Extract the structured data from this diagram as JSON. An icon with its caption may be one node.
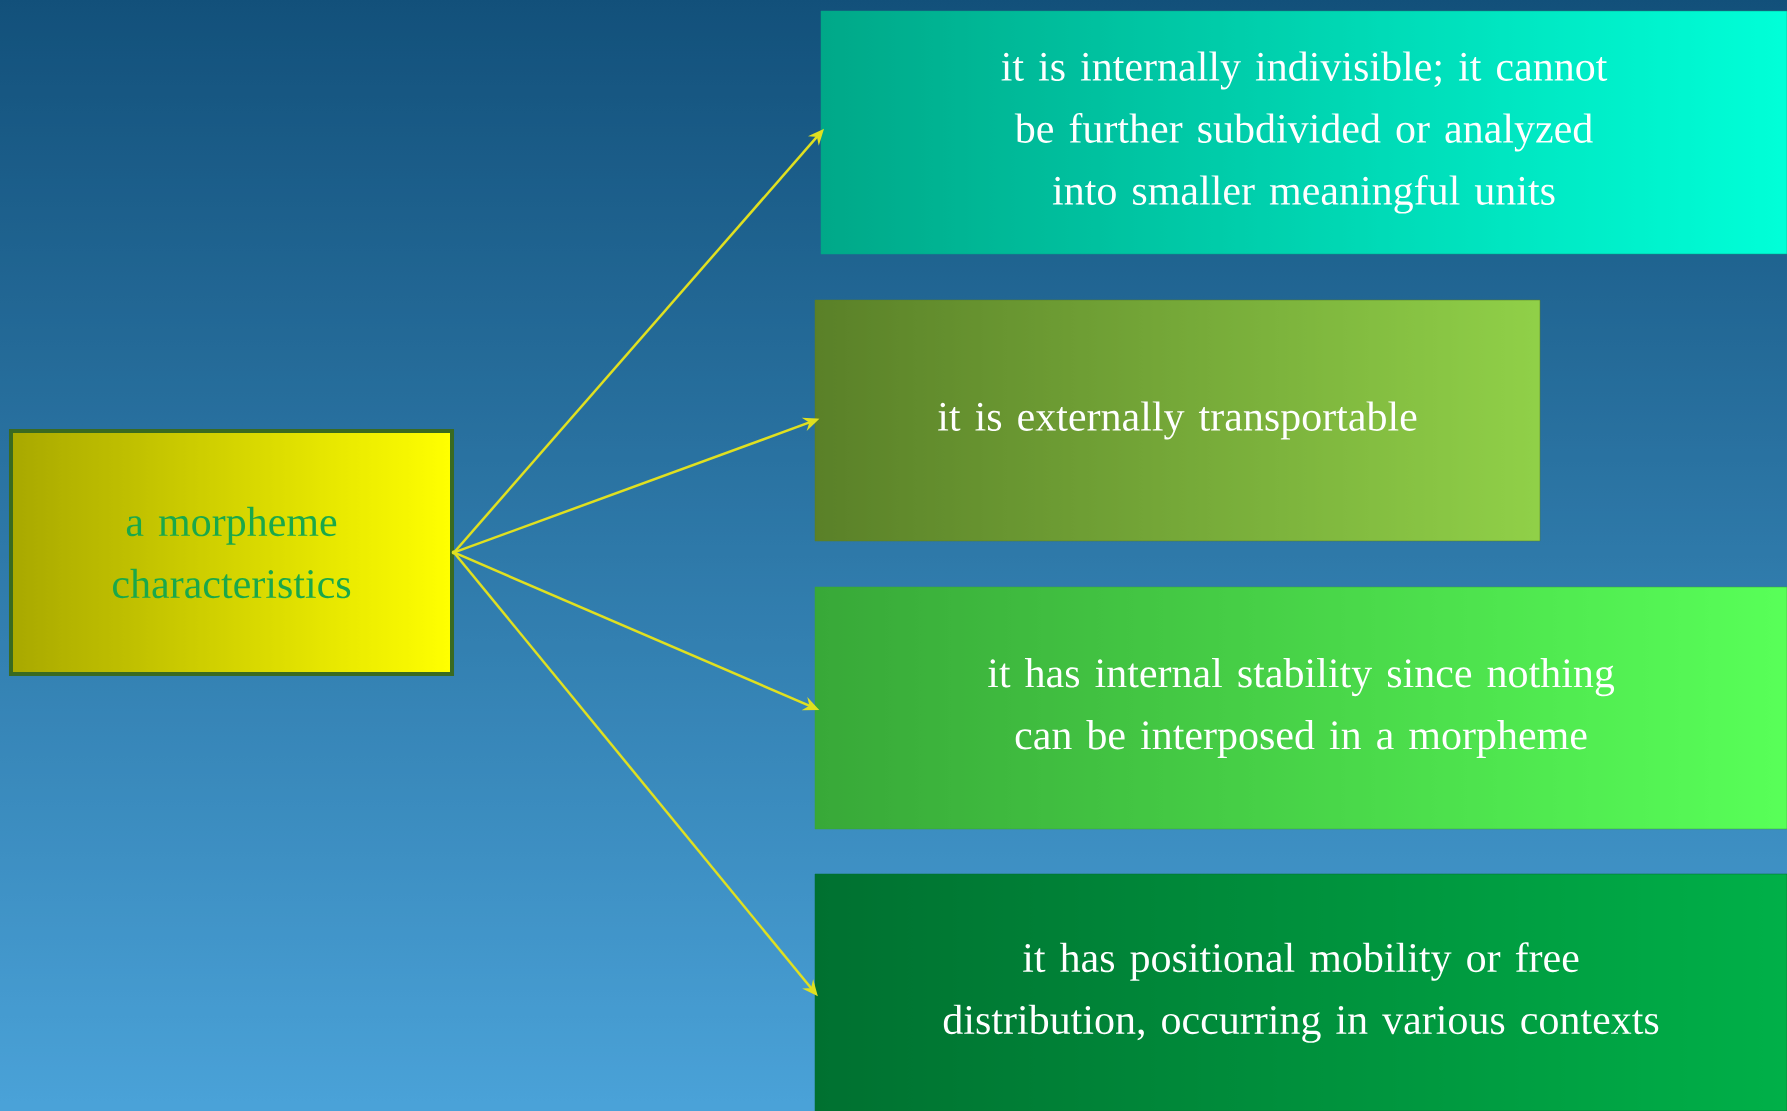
{
  "diagram": {
    "nodes": [
      {
        "text": [
          "a morpheme characteristics"
        ]
      },
      {
        "text": [
          "it is internally indivisible; it cannot be further subdivided or analyzed into smaller meaningful units"
        ]
      },
      {
        "text": [
          "it is externally transportable"
        ]
      },
      {
        "text": [
          "it has internal stability since nothing can be interposed in a morpheme"
        ]
      },
      {
        "text": [
          "it has positional mobility or free distribution, occurring in various contexts"
        ]
      }
    ],
    "edges": [
      {
        "from": 0,
        "to": 1,
        "arrow": "to"
      },
      {
        "from": 0,
        "to": 2,
        "arrow": "to"
      },
      {
        "from": 0,
        "to": 3,
        "arrow": "to"
      },
      {
        "from": 0,
        "to": 4,
        "arrow": "to"
      }
    ]
  }
}
